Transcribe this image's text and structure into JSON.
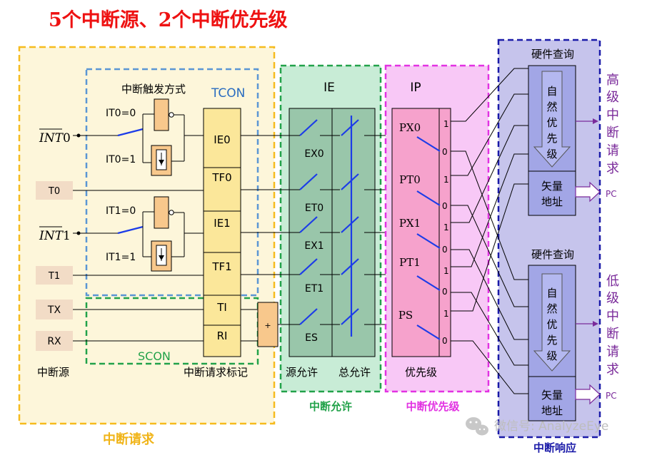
{
  "title": "5个中断源、2个中断优先级",
  "sections": {
    "request": "中断请求",
    "enable": "中断允许",
    "priority": "中断优先级",
    "response": "中断响应"
  },
  "tcon": {
    "label": "TCON",
    "trigger_title": "中断触发方式",
    "it0_0": "IT0=0",
    "it0_1": "IT0=1",
    "it1_0": "IT1=0",
    "it1_1": "IT1=1"
  },
  "scon": {
    "label": "SCON"
  },
  "sources": {
    "int0_base": "INT",
    "int0_digit": "0",
    "t0": "T0",
    "int1_base": "INT",
    "int1_digit": "1",
    "t1": "T1",
    "tx": "TX",
    "rx": "RX",
    "caption": "中断源"
  },
  "flags": {
    "items": [
      "IE0",
      "TF0",
      "IE1",
      "TF1",
      "TI",
      "RI"
    ],
    "caption": "中断请求标记",
    "or_symbol": "+"
  },
  "ie": {
    "label": "IE",
    "switches": [
      "EX0",
      "ET0",
      "EX1",
      "ET1",
      "ES"
    ],
    "caption_source": "源允许",
    "caption_total": "总允许"
  },
  "ip": {
    "label": "IP",
    "bits": [
      "PX0",
      "PT0",
      "PX1",
      "PT1",
      "PS"
    ],
    "one": "1",
    "zero": "0",
    "caption": "优先级"
  },
  "response": {
    "hw_query": "硬件查询",
    "natural_chars": [
      "自",
      "然",
      "优",
      "先",
      "级"
    ],
    "vector_line1": "矢量",
    "vector_line2": "地址",
    "pc": "PC",
    "high_chars": [
      "高",
      "级",
      "中",
      "断",
      "请",
      "求"
    ],
    "low_chars": [
      "低",
      "级",
      "中",
      "断",
      "请",
      "求"
    ]
  },
  "watermark": "微信号: AnalyzeEye",
  "colors": {
    "title": "#ee1111",
    "request_frame": "#f6bb1e",
    "request_fill": "#fdf6da",
    "tcon_frame": "#5b96d4",
    "scon_frame": "#22a24a",
    "enable_fill": "#c8ecd6",
    "enable_inner": "#99c6aa",
    "priority_frame": "#e232e2",
    "priority_fill": "#f8c8f6",
    "priority_inner": "#f6a2cc",
    "response_frame": "#1a1aa8",
    "response_fill": "#c6c4ec",
    "response_inner": "#a2a6e6",
    "source_box": "#f2dcc6",
    "flag_fill": "#fbe79a",
    "gate_fill": "#f8c88c",
    "switch_blue": "#1c3ce8",
    "purple": "#7a2a9a"
  }
}
